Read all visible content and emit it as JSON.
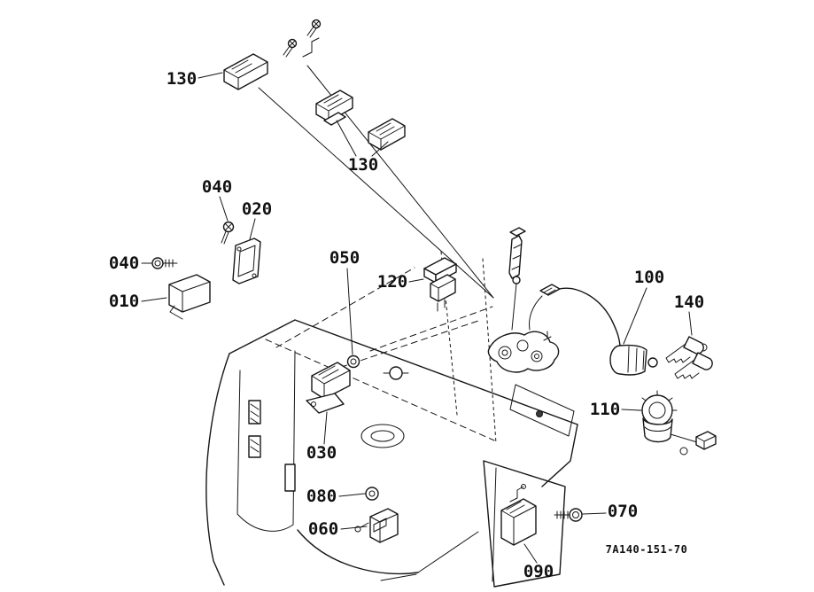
{
  "diagram": {
    "drawing_code": "7A140-151-70",
    "colors": {
      "line": "#161616",
      "background": "#ffffff"
    },
    "callouts": [
      {
        "label": "130"
      },
      {
        "label": "130"
      },
      {
        "label": "040"
      },
      {
        "label": "020"
      },
      {
        "label": "040"
      },
      {
        "label": "010"
      },
      {
        "label": "050"
      },
      {
        "label": "120"
      },
      {
        "label": "100"
      },
      {
        "label": "140"
      },
      {
        "label": "110"
      },
      {
        "label": "030"
      },
      {
        "label": "080"
      },
      {
        "label": "060"
      },
      {
        "label": "070"
      },
      {
        "label": "090"
      }
    ]
  }
}
